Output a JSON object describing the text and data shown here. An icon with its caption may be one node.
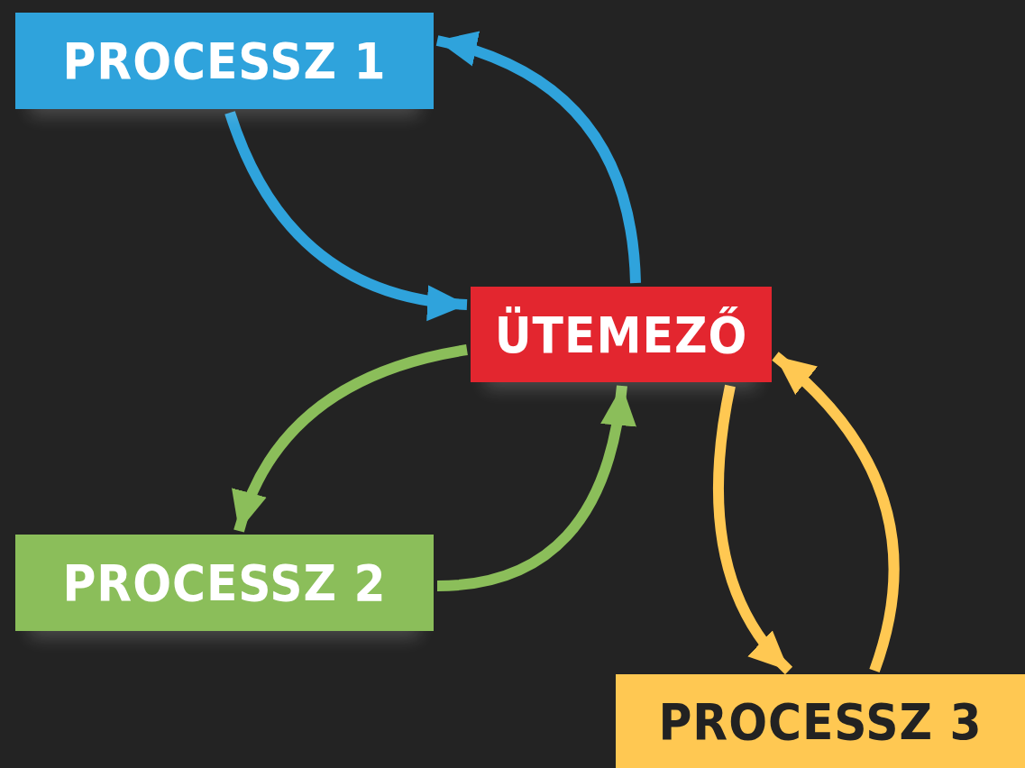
{
  "diagram": {
    "nodes": [
      {
        "text": [
          "PROCESSZ 1"
        ]
      },
      {
        "text": [
          "ÜTEMEZŐ"
        ]
      },
      {
        "text": [
          "PROCESSZ 2"
        ]
      },
      {
        "text": [
          "PROCESSZ 3"
        ]
      }
    ],
    "edges": [
      {
        "from": 0,
        "to": 1,
        "arrow": "to",
        "color": "#2fa3dc"
      },
      {
        "from": 1,
        "to": 0,
        "arrow": "to",
        "color": "#2fa3dc"
      },
      {
        "from": 1,
        "to": 2,
        "arrow": "to",
        "color": "#8bbe5a"
      },
      {
        "from": 2,
        "to": 1,
        "arrow": "to",
        "color": "#8bbe5a"
      },
      {
        "from": 1,
        "to": 3,
        "arrow": "to",
        "color": "#ffc852"
      },
      {
        "from": 3,
        "to": 1,
        "arrow": "to",
        "color": "#ffc852"
      }
    ]
  }
}
